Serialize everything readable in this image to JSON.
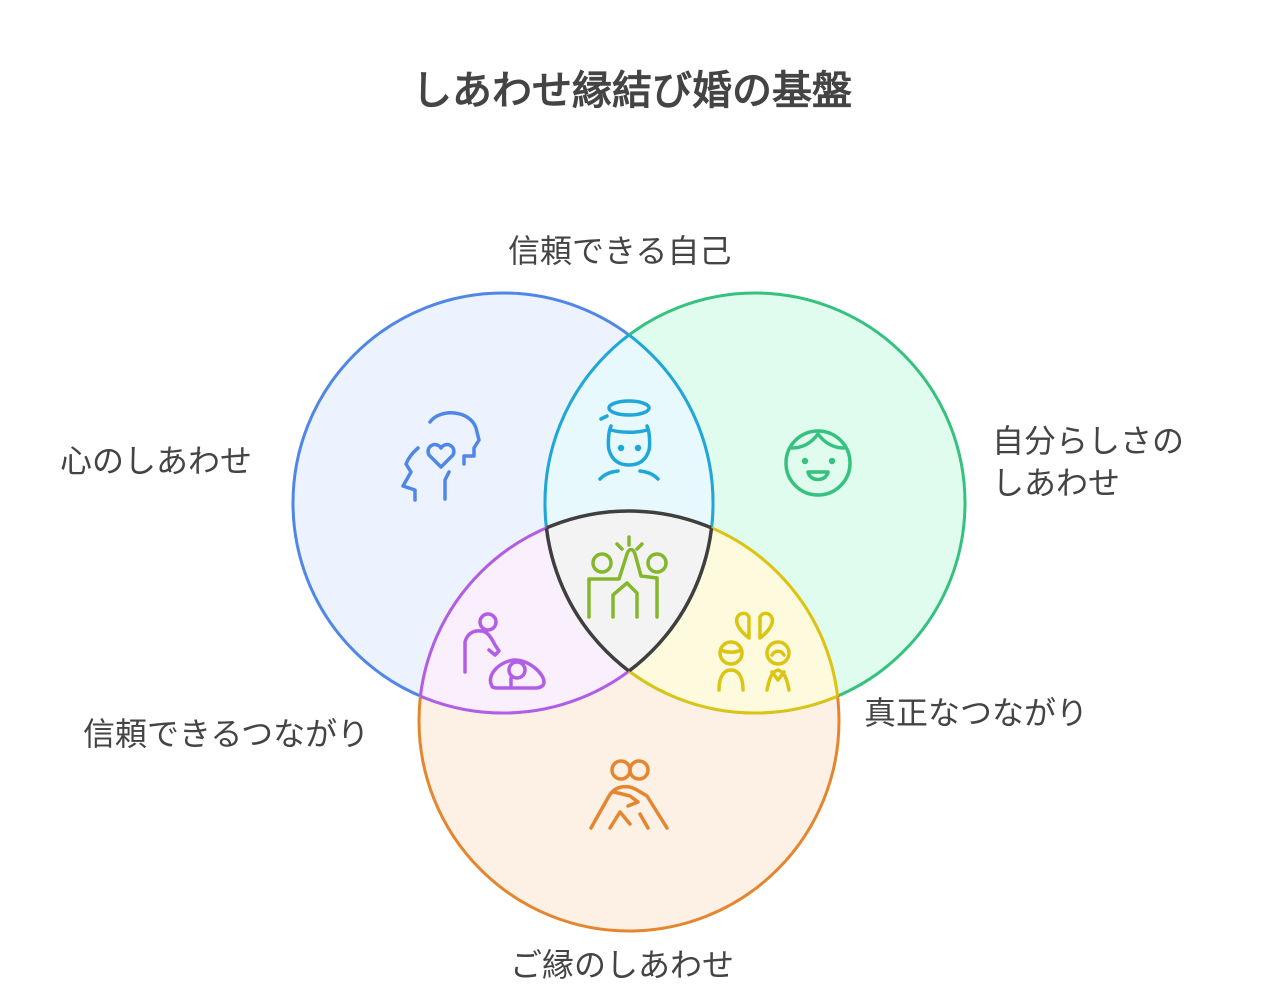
{
  "title": "しあわせ縁結び婚の基盤",
  "sets": [
    {
      "label": "心のしあわせ",
      "color": "#4f86e8",
      "fill": "#ecf3fe",
      "icon": "heart-head-icon"
    },
    {
      "label_lines": [
        "自分らしさの",
        "しあわせ"
      ],
      "color": "#35c27e",
      "fill": "#e0fcee",
      "icon": "smiling-face-icon"
    },
    {
      "label": "ご縁のしあわせ",
      "color": "#e5862e",
      "fill": "#fdf0e4",
      "icon": "embracing-couple-icon"
    }
  ],
  "intersections": [
    {
      "label": "信頼できる自己",
      "color": "#1ea7d8",
      "fill": "#e8f9fe",
      "icon": "angel-person-icon"
    },
    {
      "label": "信頼できるつながり",
      "color": "#b25de6",
      "fill": "#f9effd",
      "icon": "caregiver-baby-icon"
    },
    {
      "label": "真正なつながり",
      "color": "#dcc412",
      "fill": "#fefadd",
      "icon": "couple-hearts-icon"
    },
    {
      "color": "#3f3f3f",
      "fill": "#f3f3f3",
      "icon": "high-five-icon"
    }
  ]
}
